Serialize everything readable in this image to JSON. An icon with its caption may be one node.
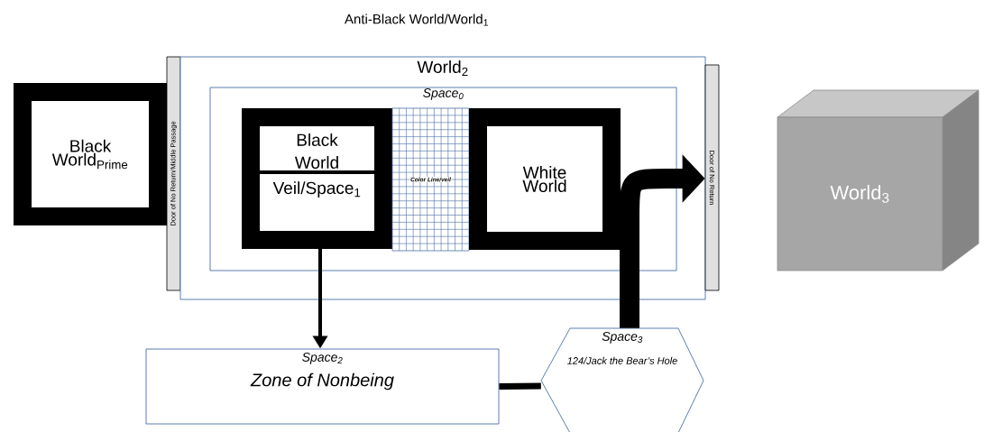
{
  "diagram": {
    "title": "Anti-Black World/World$_{1}$",
    "nodes": [
      {
        "text": [
          "Black World$_{Prime}$"
        ]
      },
      {
        "text": [
          "Door of No Return/Middle Passage"
        ]
      },
      {
        "text": [
          "World$_{2}$"
        ]
      },
      {
        "text": [
          "Space$_{0}$"
        ],
        "in": 2
      },
      {
        "text": [
          "Black World",
          "Veil/Space$_{1}$"
        ],
        "in": 3
      },
      {
        "text": [
          "Color Line/veil"
        ],
        "in": 3
      },
      {
        "text": [
          "White World"
        ],
        "in": 3
      },
      {
        "text": [
          "Door of No Return"
        ]
      },
      {
        "text": [
          "World$_{3}$"
        ]
      },
      {
        "text": [
          "Space$_{2}$",
          "Zone of Nonbeing"
        ]
      },
      {
        "text": [
          "Space$_{3}$",
          "124/Jack the Bear’s Hole"
        ]
      }
    ],
    "edges": [
      {
        "from": 4,
        "to": 9,
        "arrow": "to"
      },
      {
        "from": 9,
        "to": 10,
        "arrow": "none"
      },
      {
        "from": 10,
        "to": 7,
        "arrow": "to",
        "style": "thick"
      }
    ]
  }
}
